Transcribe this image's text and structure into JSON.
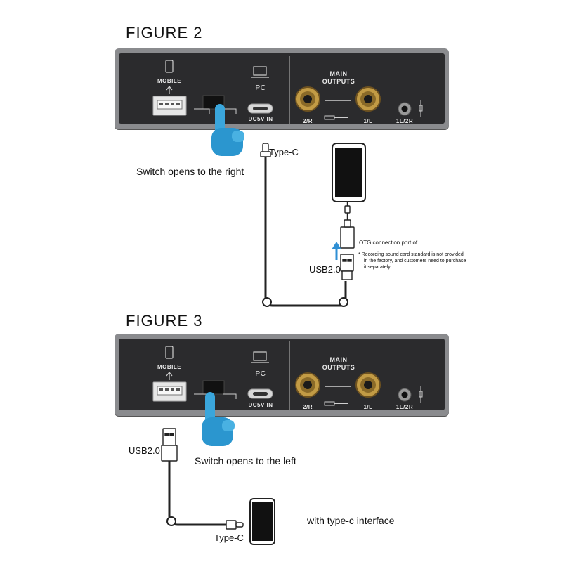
{
  "figure2": {
    "title": "FIGURE 2",
    "device": {
      "mobile_label": "MOBILE",
      "pc_label": "PC",
      "dc_label": "DC5V IN",
      "outputs_line1": "MAIN",
      "outputs_line2": "OUTPUTS",
      "jack_right": "2/R",
      "jack_left": "1/L",
      "jack_stereo": "1L/2R"
    },
    "switch_caption": "Switch opens to the right",
    "cable_typec": "Type-C",
    "otg_label": "OTG connection port of",
    "note": "* Recording sound card standard is not provided",
    "note2": "in the factory, and customers need to purchase",
    "note3": "it separately",
    "usb_label": "USB2.0"
  },
  "figure3": {
    "title": "FIGURE 3",
    "device": {
      "mobile_label": "MOBILE",
      "pc_label": "PC",
      "dc_label": "DC5V IN",
      "outputs_line1": "MAIN",
      "outputs_line2": "OUTPUTS",
      "jack_right": "2/R",
      "jack_left": "1/L",
      "jack_stereo": "1L/2R"
    },
    "switch_caption": "Switch opens to the left",
    "usb_label": "USB2.0",
    "cable_typec": "Type-C",
    "phone_caption": "with type-c interface"
  },
  "colors": {
    "device_body": "#8a8b8e",
    "panel": "#2b2b2d",
    "jack_gold": "#b08a3a",
    "hand": "#2ea3d6",
    "arrow": "#2f8fd4"
  }
}
